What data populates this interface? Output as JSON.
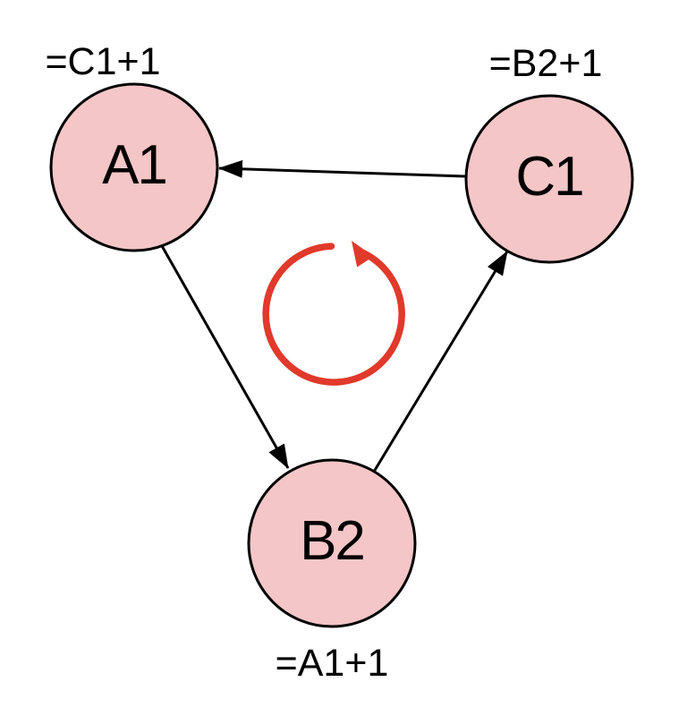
{
  "diagram": {
    "kind": "circular-reference-cycle",
    "nodes": [
      {
        "id": "A1",
        "label": "A1",
        "formula": "=C1+1"
      },
      {
        "id": "C1",
        "label": "C1",
        "formula": "=B2+1"
      },
      {
        "id": "B2",
        "label": "B2",
        "formula": "=A1+1"
      }
    ],
    "edges": [
      {
        "from": "C1",
        "to": "A1"
      },
      {
        "from": "A1",
        "to": "B2"
      },
      {
        "from": "B2",
        "to": "C1"
      }
    ],
    "center_icon": "counterclockwise-cycle-arrow-icon",
    "colors": {
      "background": "#ffffff",
      "node_fill": "#f5c6c7",
      "node_stroke": "#000000",
      "arrow": "#000000",
      "cycle_arrow": "#e1392b",
      "text": "#000000"
    }
  }
}
